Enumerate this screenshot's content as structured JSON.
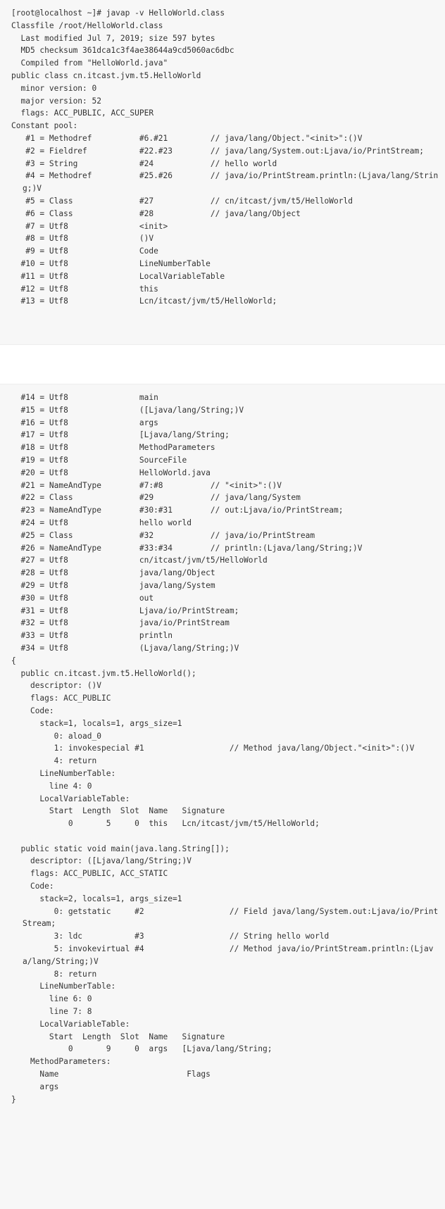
{
  "document": {
    "kind": "terminal-output",
    "tool": "javap",
    "colors": {
      "page_background": "#ffffff",
      "code_background": "#f7f7f7",
      "code_border": "#eeeeee",
      "code_text": "#333333"
    }
  },
  "block1": {
    "lines": [
      "[root@localhost ~]# javap -v HelloWorld.class",
      "Classfile /root/HelloWorld.class",
      "  Last modified Jul 7, 2019; size 597 bytes",
      "  MD5 checksum 361dca1c3f4ae38644a9cd5060ac6dbc",
      "  Compiled from \"HelloWorld.java\"",
      "public class cn.itcast.jvm.t5.HelloWorld",
      "  minor version: 0",
      "  major version: 52",
      "  flags: ACC_PUBLIC, ACC_SUPER",
      "Constant pool:",
      "   #1 = Methodref          #6.#21         // java/lang/Object.\"<init>\":()V",
      "   #2 = Fieldref           #22.#23        // java/lang/System.out:Ljava/io/PrintStream;",
      "   #3 = String             #24            // hello world",
      "   #4 = Methodref          #25.#26        // java/io/PrintStream.println:(Ljava/lang/String;)V",
      "   #5 = Class              #27            // cn/itcast/jvm/t5/HelloWorld",
      "   #6 = Class              #28            // java/lang/Object",
      "   #7 = Utf8               <init>",
      "   #8 = Utf8               ()V",
      "   #9 = Utf8               Code",
      "  #10 = Utf8               LineNumberTable",
      "  #11 = Utf8               LocalVariableTable",
      "  #12 = Utf8               this",
      "  #13 = Utf8               Lcn/itcast/jvm/t5/HelloWorld;"
    ]
  },
  "block2": {
    "lines": [
      "  #14 = Utf8               main",
      "  #15 = Utf8               ([Ljava/lang/String;)V",
      "  #16 = Utf8               args",
      "  #17 = Utf8               [Ljava/lang/String;",
      "  #18 = Utf8               MethodParameters",
      "  #19 = Utf8               SourceFile",
      "  #20 = Utf8               HelloWorld.java",
      "  #21 = NameAndType        #7:#8          // \"<init>\":()V",
      "  #22 = Class              #29            // java/lang/System",
      "  #23 = NameAndType        #30:#31        // out:Ljava/io/PrintStream;",
      "  #24 = Utf8               hello world",
      "  #25 = Class              #32            // java/io/PrintStream",
      "  #26 = NameAndType        #33:#34        // println:(Ljava/lang/String;)V",
      "  #27 = Utf8               cn/itcast/jvm/t5/HelloWorld",
      "  #28 = Utf8               java/lang/Object",
      "  #29 = Utf8               java/lang/System",
      "  #30 = Utf8               out",
      "  #31 = Utf8               Ljava/io/PrintStream;",
      "  #32 = Utf8               java/io/PrintStream",
      "  #33 = Utf8               println",
      "  #34 = Utf8               (Ljava/lang/String;)V",
      "{",
      "  public cn.itcast.jvm.t5.HelloWorld();",
      "    descriptor: ()V",
      "    flags: ACC_PUBLIC",
      "    Code:",
      "      stack=1, locals=1, args_size=1",
      "         0: aload_0",
      "         1: invokespecial #1                  // Method java/lang/Object.\"<init>\":()V",
      "         4: return",
      "      LineNumberTable:",
      "        line 4: 0",
      "      LocalVariableTable:",
      "        Start  Length  Slot  Name   Signature",
      "            0       5     0  this   Lcn/itcast/jvm/t5/HelloWorld;",
      "",
      "  public static void main(java.lang.String[]);",
      "    descriptor: ([Ljava/lang/String;)V",
      "    flags: ACC_PUBLIC, ACC_STATIC",
      "    Code:",
      "      stack=2, locals=1, args_size=1",
      "         0: getstatic     #2                  // Field java/lang/System.out:Ljava/io/PrintStream;",
      "         3: ldc           #3                  // String hello world",
      "         5: invokevirtual #4                  // Method java/io/PrintStream.println:(Ljava/lang/String;)V",
      "         8: return",
      "      LineNumberTable:",
      "        line 6: 0",
      "        line 7: 8",
      "      LocalVariableTable:",
      "        Start  Length  Slot  Name   Signature",
      "            0       9     0  args   [Ljava/lang/String;",
      "    MethodParameters:",
      "      Name                           Flags",
      "      args",
      "}"
    ]
  }
}
